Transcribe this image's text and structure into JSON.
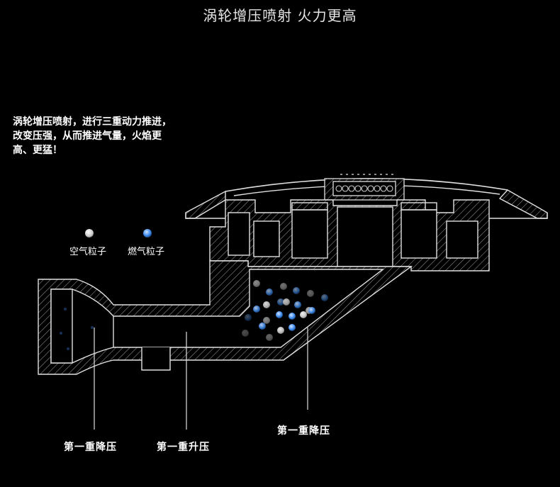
{
  "title": "涡轮增压喷射 火力更高",
  "intro": {
    "line1": "涡轮增压喷射，进行三重动力推进，",
    "line2": "改变压强，从而推进气量，火焰更",
    "line3": "高、更猛！"
  },
  "legend": {
    "air": {
      "label": "空气粒子",
      "color": "#e8e8e8"
    },
    "gas": {
      "label": "燃气粒子",
      "color": "#3f8df0"
    }
  },
  "callouts": {
    "first_decompression_left": "第一重降压",
    "first_boost": "第一重升压",
    "first_decompression_right": "第一重降压"
  },
  "colors": {
    "background": "#000000",
    "line": "#e0e0e0",
    "hatch": "#9a9a9a"
  }
}
